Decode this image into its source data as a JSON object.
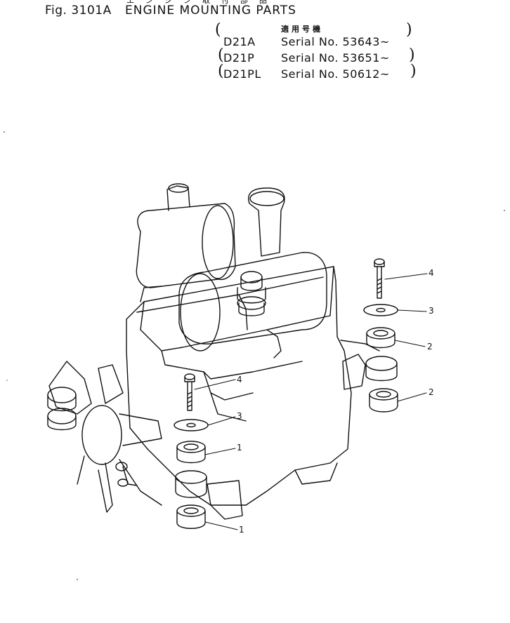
{
  "figure": {
    "number": "Fig. 3101A",
    "title": "ENGINE MOUNTING PARTS",
    "japanese_caption": "エンジン取付部品"
  },
  "applicability": {
    "heading": "適用号機",
    "rows": [
      {
        "model": "D21A",
        "serial": "Serial No. 53643~"
      },
      {
        "model": "D21P",
        "serial": "Serial No. 53651~"
      },
      {
        "model": "D21PL",
        "serial": "Serial No. 50612~"
      }
    ]
  },
  "callouts": {
    "right_bolt": "4",
    "right_washer": "3",
    "right_upper_mount": "2",
    "right_lower_mount": "2",
    "front_bolt": "4",
    "front_washer": "3",
    "front_upper_mount": "1",
    "front_lower_mount": "1"
  }
}
